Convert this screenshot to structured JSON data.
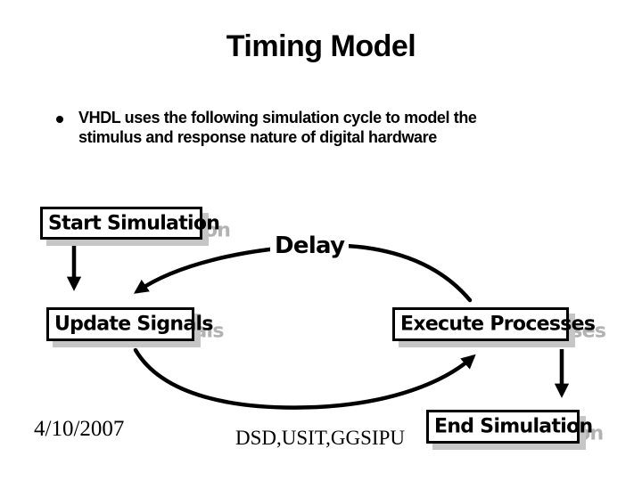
{
  "slide": {
    "title": "Timing Model",
    "bullet": {
      "line1": "VHDL uses the following simulation cycle to model the",
      "line2": "stimulus and response nature of digital hardware"
    },
    "diagram": {
      "boxes": [
        {
          "label": "Start Simulation"
        },
        {
          "label": "Update Signals"
        },
        {
          "label": "Execute Processes"
        },
        {
          "label": "End Simulation"
        }
      ],
      "delay_label": "Delay"
    },
    "footer": {
      "date": "4/10/2007",
      "center": "DSD,USIT,GGSIPU"
    },
    "colors": {
      "background": "#ffffff",
      "text": "#000000",
      "text_shadow": "#b2b2b2",
      "box_shadow": "#c6c6c6"
    }
  }
}
